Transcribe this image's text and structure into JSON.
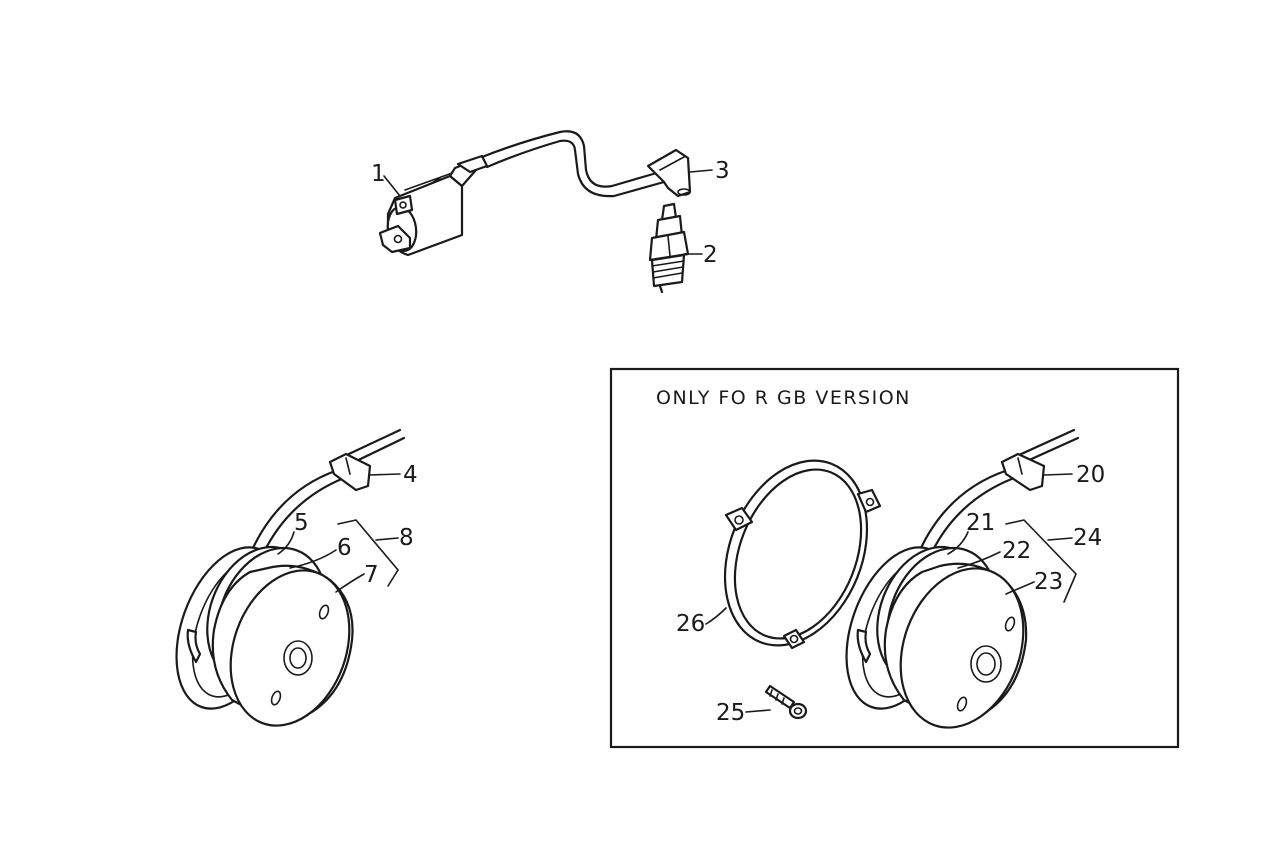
{
  "inset": {
    "title": "ONLY   FO R  GB   VERSION"
  },
  "callouts": {
    "c1": "1",
    "c2": "2",
    "c3": "3",
    "c4": "4",
    "c5": "5",
    "c6": "6",
    "c7": "7",
    "c8": "8",
    "c20": "20",
    "c21": "21",
    "c22": "22",
    "c23": "23",
    "c24": "24",
    "c25": "25",
    "c26": "26"
  }
}
